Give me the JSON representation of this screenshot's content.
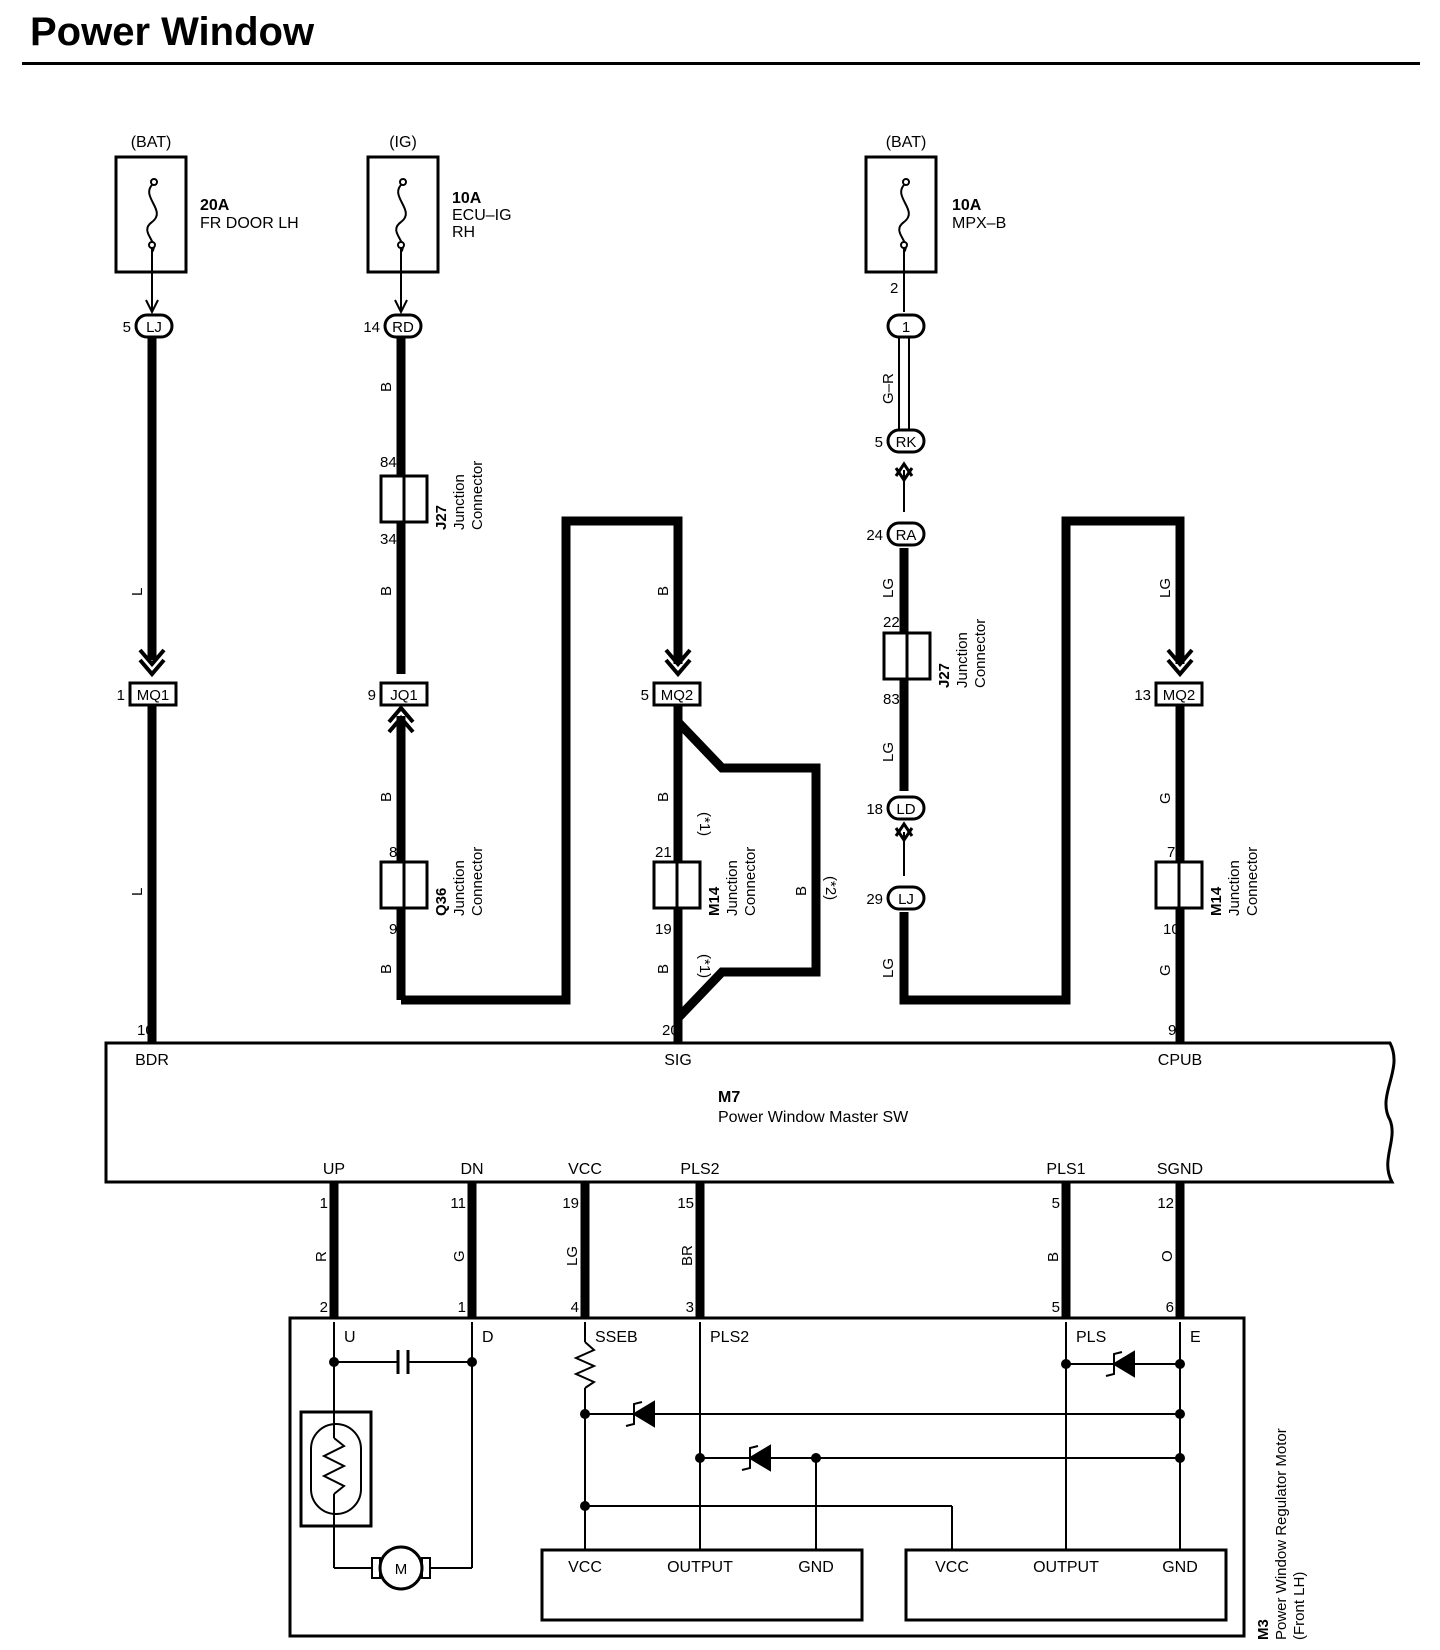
{
  "title": "Power Window",
  "fuses": [
    {
      "source": "(BAT)",
      "amp": "20A",
      "name1": "FR DOOR LH",
      "name2": "",
      "out_pin": ""
    },
    {
      "source": "(IG)",
      "amp": "10A",
      "name1": "ECU–IG",
      "name2": "RH",
      "out_pin": ""
    },
    {
      "source": "(BAT)",
      "amp": "10A",
      "name1": "MPX–B",
      "name2": "",
      "out_pin": "2"
    }
  ],
  "connectors": {
    "c1": {
      "pin": "5",
      "id": "LJ"
    },
    "c2": {
      "pin": "14",
      "id": "RD"
    },
    "c3": {
      "pin": "",
      "id": "1"
    },
    "c4": {
      "pin": "5",
      "id": "RK"
    },
    "c5": {
      "pin": "24",
      "id": "RA"
    },
    "c6": {
      "pin": "18",
      "id": "LD"
    },
    "c7": {
      "pin": "29",
      "id": "LJ"
    },
    "mq1": {
      "pin": "1",
      "id": "MQ1"
    },
    "jq1": {
      "pin": "9",
      "id": "JQ1"
    },
    "mq2a": {
      "pin": "5",
      "id": "MQ2"
    },
    "mq2b": {
      "pin": "13",
      "id": "MQ2"
    }
  },
  "junctions": [
    {
      "id": "J27",
      "text": "Junction",
      "text2": "Connector",
      "top_pin": "84",
      "bot_pin": "34"
    },
    {
      "id": "Q36",
      "text": "Junction",
      "text2": "Connector",
      "top_pin": "8",
      "bot_pin": "9"
    },
    {
      "id": "M14",
      "text": "Junction",
      "text2": "Connector",
      "top_pin": "21",
      "bot_pin": "19"
    },
    {
      "id": "J27",
      "text": "Junction",
      "text2": "Connector",
      "top_pin": "22",
      "bot_pin": "83"
    },
    {
      "id": "M14",
      "text": "Junction",
      "text2": "Connector",
      "top_pin": "7",
      "bot_pin": "10"
    }
  ],
  "wire_colors": {
    "w1a": "L",
    "w1b": "L",
    "w2a": "B",
    "w2b": "B",
    "w2c": "B",
    "w2d": "B",
    "w3a": "B",
    "w3b": "B",
    "w3c": "B",
    "w3d": "B",
    "w4a": "G–R",
    "w4b": "LG",
    "w4c": "LG",
    "w4d": "LG",
    "w5a": "LG",
    "w5b": "G",
    "w5c": "G"
  },
  "notes": {
    "n1": "(*1)",
    "n2": "(*1)",
    "n3": "(*2)"
  },
  "m7": {
    "id": "M7",
    "name": "Power Window Master SW",
    "top_pins": [
      {
        "num": "10",
        "label": "BDR"
      },
      {
        "num": "20",
        "label": "SIG"
      },
      {
        "num": "9",
        "label": "CPUB"
      }
    ],
    "bottom_pins": [
      {
        "label": "UP",
        "num": "1",
        "wire": "R",
        "m3pin": "2",
        "m3label": "U"
      },
      {
        "label": "DN",
        "num": "11",
        "wire": "G",
        "m3pin": "1",
        "m3label": "D"
      },
      {
        "label": "VCC",
        "num": "19",
        "wire": "LG",
        "m3pin": "4",
        "m3label": "SSEB"
      },
      {
        "label": "PLS2",
        "num": "15",
        "wire": "BR",
        "m3pin": "3",
        "m3label": "PLS2"
      },
      {
        "label": "PLS1",
        "num": "5",
        "wire": "B",
        "m3pin": "5",
        "m3label": "PLS"
      },
      {
        "label": "SGND",
        "num": "12",
        "wire": "O",
        "m3pin": "6",
        "m3label": "E"
      }
    ]
  },
  "m3": {
    "id": "M3",
    "name": "Power Window Regulator Motor",
    "sub": "(Front LH)"
  },
  "sensors": [
    {
      "vcc": "VCC",
      "out": "OUTPUT",
      "gnd": "GND"
    },
    {
      "vcc": "VCC",
      "out": "OUTPUT",
      "gnd": "GND"
    }
  ],
  "motor_label": "M"
}
